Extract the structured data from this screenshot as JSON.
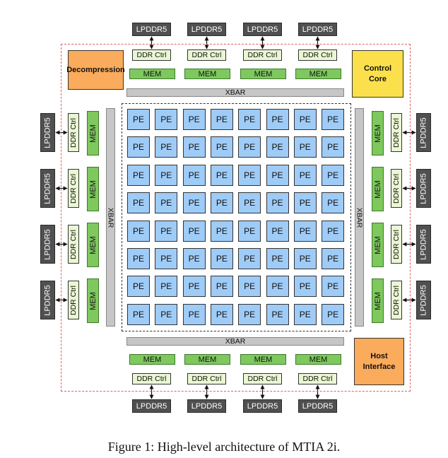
{
  "labels": {
    "lpddr": "LPDDR5",
    "ddr_ctrl": "DDR Ctrl",
    "mem": "MEM",
    "xbar": "XBAR",
    "pe": "PE",
    "decompression": "Decompression",
    "control_core": "Control Core",
    "host_interface": "Host Interface"
  },
  "caption": "Figure 1: High-level architecture of MTIA 2i.",
  "colors": {
    "lpddr": "#505050",
    "ddr_ctrl": "#eaf7d3",
    "mem": "#7ec85e",
    "xbar": "#c6c6c6",
    "pe": "#9fcbf7",
    "decompression": "#fbab5c",
    "control_core": "#fbe04c",
    "host_interface": "#fbab5c",
    "chip_border": "#e06060"
  },
  "grid": {
    "rows": 8,
    "cols": 8
  }
}
